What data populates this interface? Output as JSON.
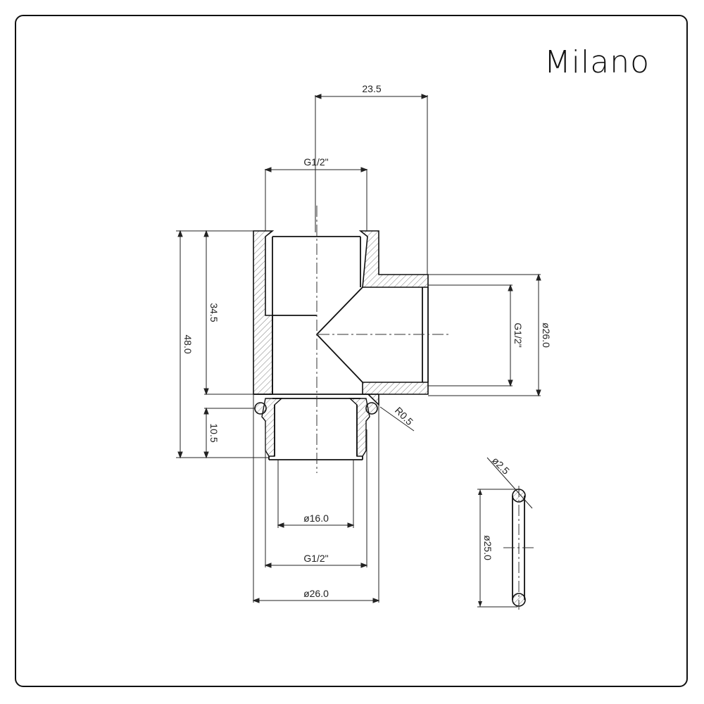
{
  "brand": "Milano",
  "dimensions": {
    "branch_offset": "23.5",
    "top_thread": "G1/2\"",
    "inner_height": "34.5",
    "total_height": "48.0",
    "bottom_length": "10.5",
    "side_thread": "G1/2\"",
    "side_diameter": "ø26.0",
    "fillet_radius": "R0.5",
    "bore_diameter": "ø16.0",
    "bottom_thread": "G1/2\"",
    "outer_diameter": "ø26.0",
    "oring_cross_section": "ø2.5",
    "oring_diameter": "ø25.0"
  }
}
